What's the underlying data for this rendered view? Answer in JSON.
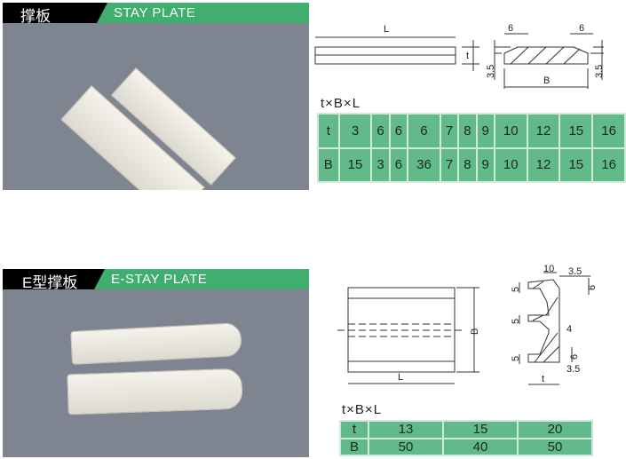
{
  "section1": {
    "title_cn": "撑板",
    "title_en": "STAY PLATE",
    "formula": "t×B×L",
    "drawing": {
      "L": "L",
      "t": "t",
      "B": "B",
      "chamfer_w1": "6",
      "chamfer_w2": "6",
      "chamfer_h1": "3.5",
      "chamfer_h2": "3.5"
    },
    "table": {
      "rows": [
        [
          "t",
          "3",
          "6",
          "6",
          "6",
          "7",
          "8",
          "9",
          "10",
          "12",
          "15",
          "16"
        ],
        [
          "B",
          "15",
          "3",
          "6",
          "36",
          "7",
          "8",
          "9",
          "10",
          "12",
          "15",
          "16"
        ]
      ]
    }
  },
  "section2": {
    "title_cn": "E型撑板",
    "title_en": "E-STAY PLATE",
    "formula": "t×B×L",
    "drawing": {
      "L": "L",
      "B": "B",
      "t": "t",
      "d10": "10",
      "d35a": "3.5",
      "d35b": "3.5",
      "d6a": "6",
      "d6b": "6",
      "d4": "4",
      "d5a": "5",
      "d5b": "5",
      "d5c": "5"
    },
    "table": {
      "rows": [
        [
          "t",
          "13",
          "15",
          "20"
        ],
        [
          "B",
          "50",
          "40",
          "50"
        ]
      ]
    }
  },
  "colors": {
    "green": "#3fae6f",
    "table": "#62b98a",
    "photo_bg": "#7e8590"
  }
}
